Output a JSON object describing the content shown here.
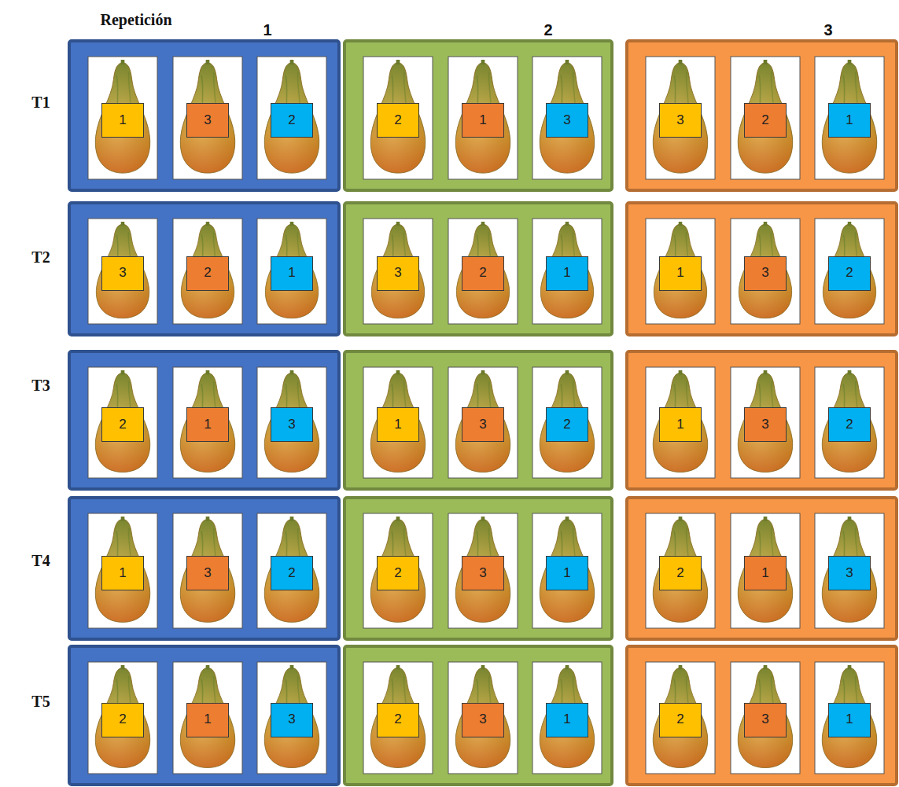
{
  "diagram": {
    "nodes": [
      {
        "text": [
          "1"
        ]
      },
      {
        "text": [
          "3"
        ]
      },
      {
        "text": [
          "2"
        ]
      },
      {
        "text": [
          "2"
        ]
      },
      {
        "text": [
          "1"
        ]
      },
      {
        "text": [
          "3"
        ]
      },
      {
        "text": [
          "3"
        ]
      },
      {
        "text": [
          "2"
        ]
      },
      {
        "text": [
          "1"
        ]
      },
      {
        "text": [
          "3"
        ]
      },
      {
        "text": [
          "2"
        ]
      },
      {
        "text": [
          "1"
        ]
      },
      {
        "text": [
          "3"
        ]
      },
      {
        "text": [
          "2"
        ]
      },
      {
        "text": [
          "1"
        ]
      },
      {
        "text": [
          "1"
        ]
      },
      {
        "text": [
          "3"
        ]
      },
      {
        "text": [
          "2"
        ]
      },
      {
        "text": [
          "2"
        ]
      },
      {
        "text": [
          "1"
        ]
      },
      {
        "text": [
          "3"
        ]
      },
      {
        "text": [
          "1"
        ]
      },
      {
        "text": [
          "3"
        ]
      },
      {
        "text": [
          "2"
        ]
      },
      {
        "text": [
          "1"
        ]
      },
      {
        "text": [
          "3"
        ]
      },
      {
        "text": [
          "2"
        ]
      },
      {
        "text": [
          "1"
        ]
      },
      {
        "text": [
          "3"
        ]
      },
      {
        "text": [
          "2"
        ]
      },
      {
        "text": [
          "2"
        ]
      },
      {
        "text": [
          "3"
        ]
      },
      {
        "text": [
          "1"
        ]
      },
      {
        "text": [
          "2"
        ]
      },
      {
        "text": [
          "1"
        ]
      },
      {
        "text": [
          "3"
        ]
      },
      {
        "text": [
          "2"
        ]
      },
      {
        "text": [
          "1"
        ]
      },
      {
        "text": [
          "3"
        ]
      },
      {
        "text": [
          "2"
        ]
      },
      {
        "text": [
          "3"
        ]
      },
      {
        "text": [
          "1"
        ]
      },
      {
        "text": [
          "2"
        ]
      },
      {
        "text": [
          "3"
        ]
      },
      {
        "text": [
          "1"
        ]
      }
    ],
    "labels": [
      "Repetición",
      "1",
      "2",
      "3",
      "T1",
      "T2",
      "T3",
      "T4",
      "T5"
    ]
  }
}
